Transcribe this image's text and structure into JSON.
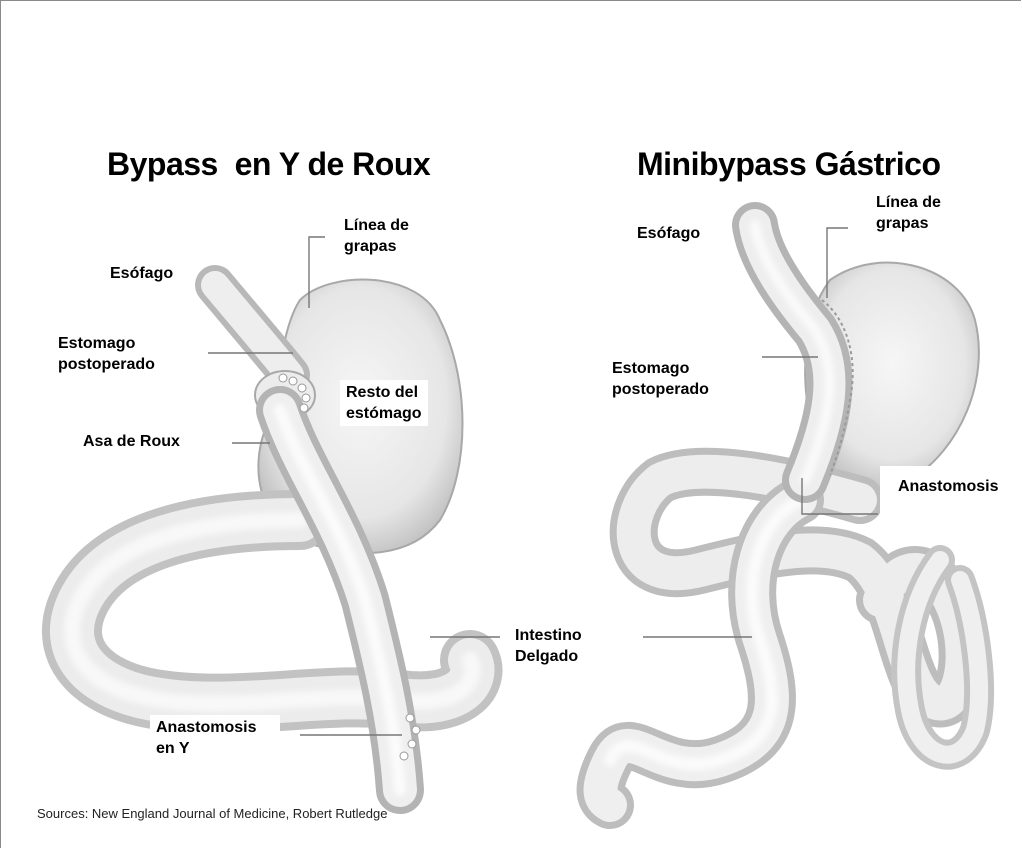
{
  "header_smudge": "",
  "left": {
    "title": "Bypass  en Y de Roux",
    "labels": {
      "esofago": "Esófago",
      "linea": "Línea de\ngrapas",
      "estomago": "Estomago\npostoperado",
      "resto": "Resto del\nestómago",
      "asa": "Asa de Roux",
      "anastomosis": "Anastomosis\nen Y"
    }
  },
  "right": {
    "title": "Minibypass Gástrico",
    "labels": {
      "esofago": "Esófago",
      "linea": "Línea de\ngrapas",
      "estomago": "Estomago\npostoperado",
      "anastomosis": "Anastomosis"
    }
  },
  "shared": {
    "intestino": "Intestino\nDelgado"
  },
  "source": "Sources: New England Journal of Medicine, Robert Rutledge"
}
